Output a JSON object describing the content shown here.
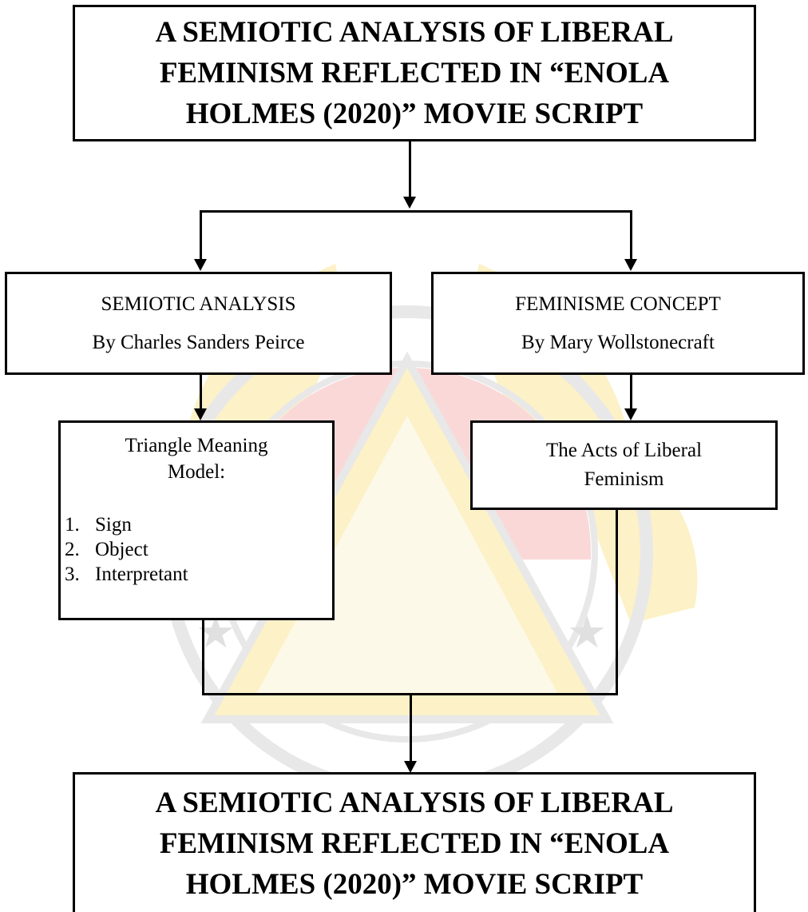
{
  "top_box": {
    "lines": [
      "A SEMIOTIC ANALYSIS OF LIBERAL",
      "FEMINISM REFLECTED IN “ENOLA",
      "HOLMES (2020)” MOVIE SCRIPT"
    ]
  },
  "left_box": {
    "title": "SEMIOTIC ANALYSIS",
    "subtitle": "By Charles Sanders Peirce"
  },
  "right_box": {
    "title": "FEMINISME CONCEPT",
    "subtitle": "By Mary Wollstonecraft"
  },
  "triangle_box": {
    "heading_line1": "Triangle Meaning",
    "heading_line2": "Model:",
    "items": [
      {
        "num": "1.",
        "text": "Sign"
      },
      {
        "num": "2.",
        "text": "Object"
      },
      {
        "num": "3.",
        "text": "Interpretant"
      }
    ]
  },
  "acts_box": {
    "line1": "The Acts of Liberal",
    "line2": "Feminism"
  },
  "bottom_box": {
    "lines": [
      "A SEMIOTIC ANALYSIS OF LIBERAL",
      "FEMINISM REFLECTED IN “ENOLA",
      "HOLMES (2020)” MOVIE SCRIPT"
    ]
  },
  "colors": {
    "watermark_yellow": "#fbe79a",
    "watermark_red": "#f7b9b9",
    "watermark_gray": "#d6d6d6"
  }
}
